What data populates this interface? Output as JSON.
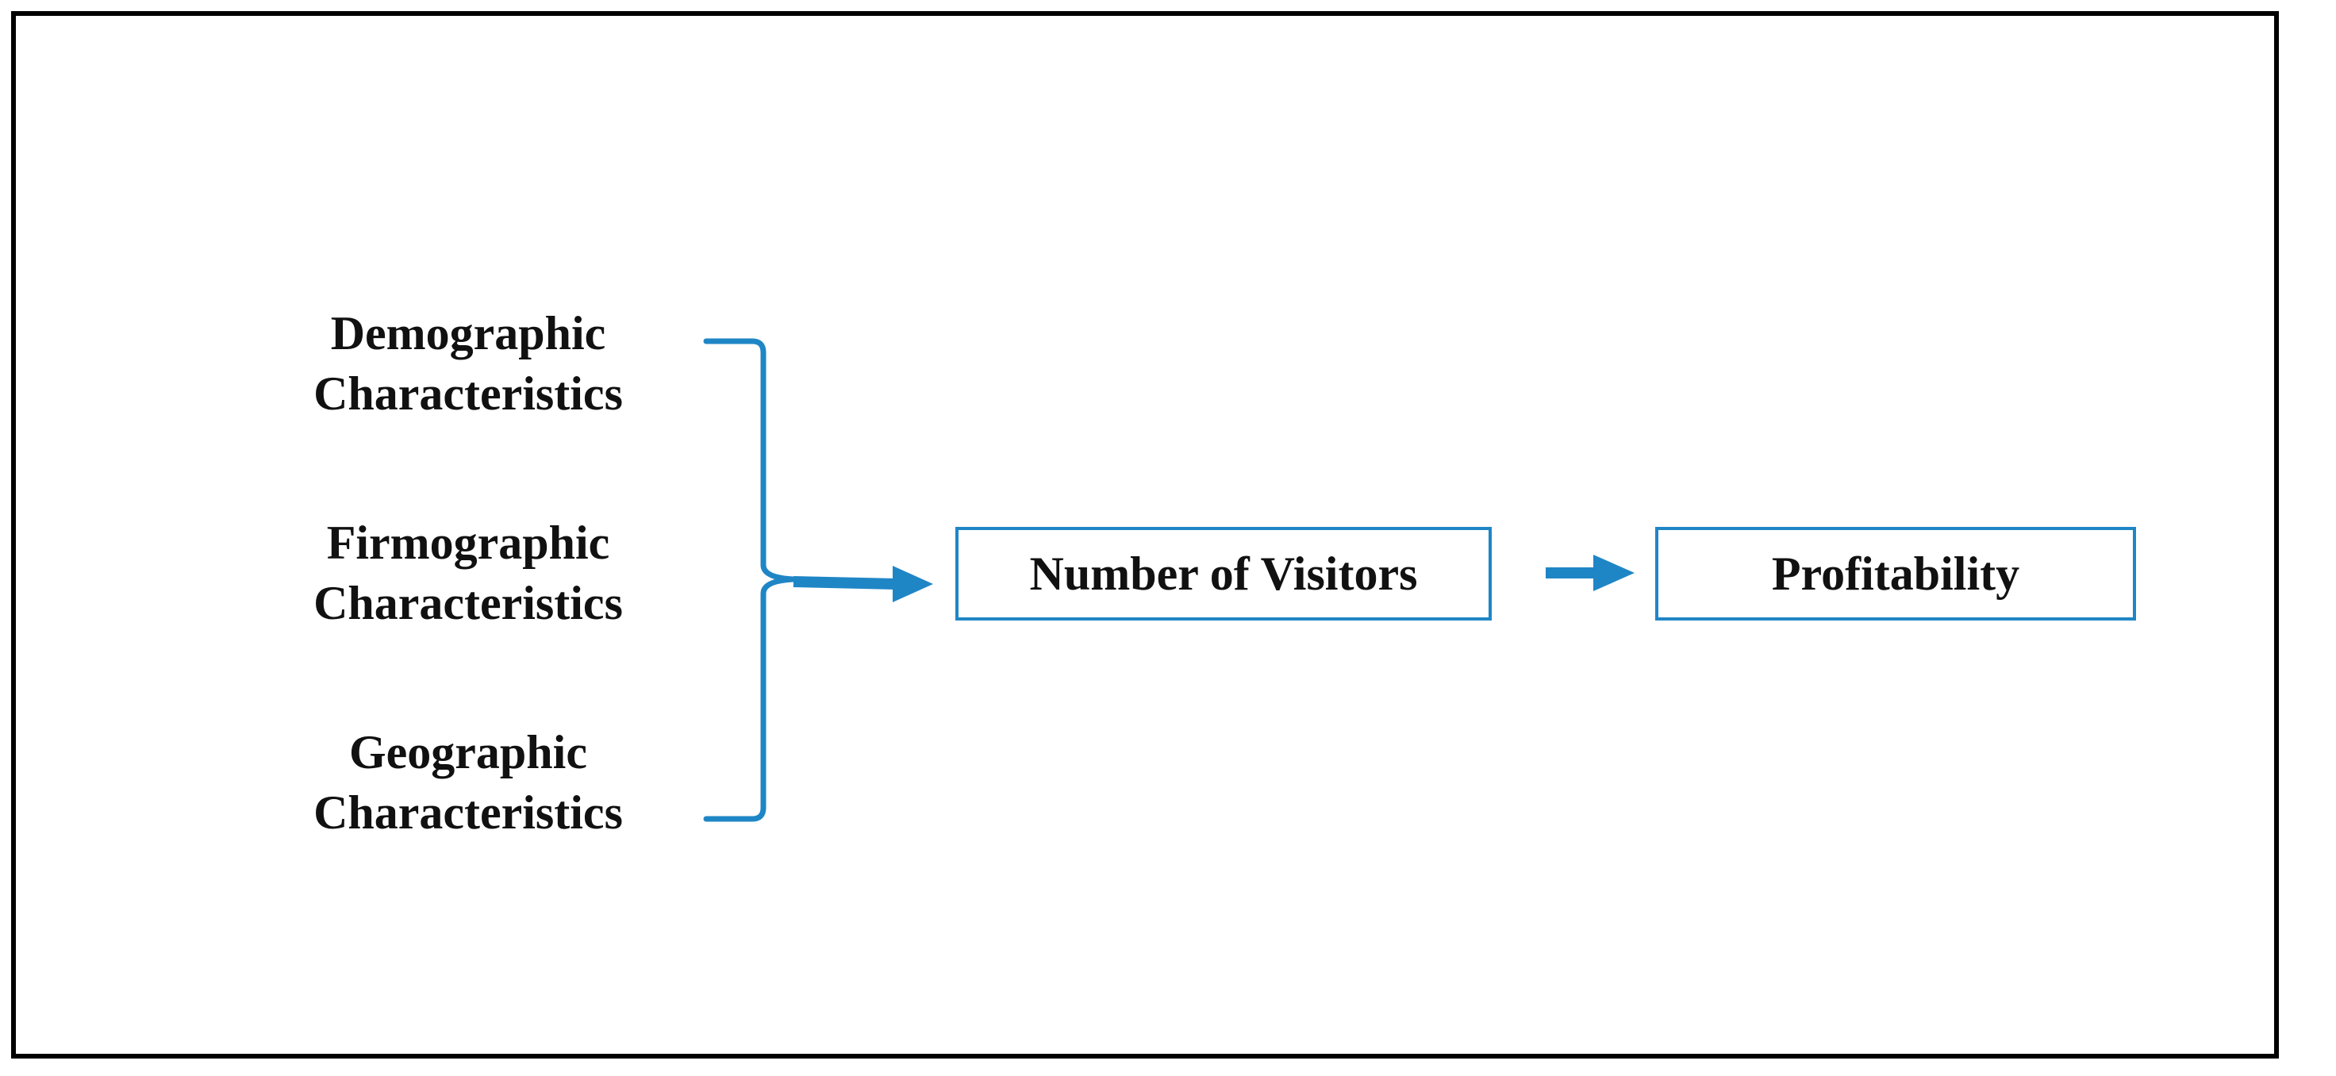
{
  "diagram": {
    "factors": [
      {
        "line1": "Demographic",
        "line2": "Characteristics"
      },
      {
        "line1": "Firmographic",
        "line2": "Characteristics"
      },
      {
        "line1": "Geographic",
        "line2": "Characteristics"
      }
    ],
    "middle_box": "Number of Visitors",
    "final_box": "Profitability"
  },
  "colors": {
    "accent": "#1f86c6",
    "text": "#111111",
    "frame": "#000000"
  }
}
